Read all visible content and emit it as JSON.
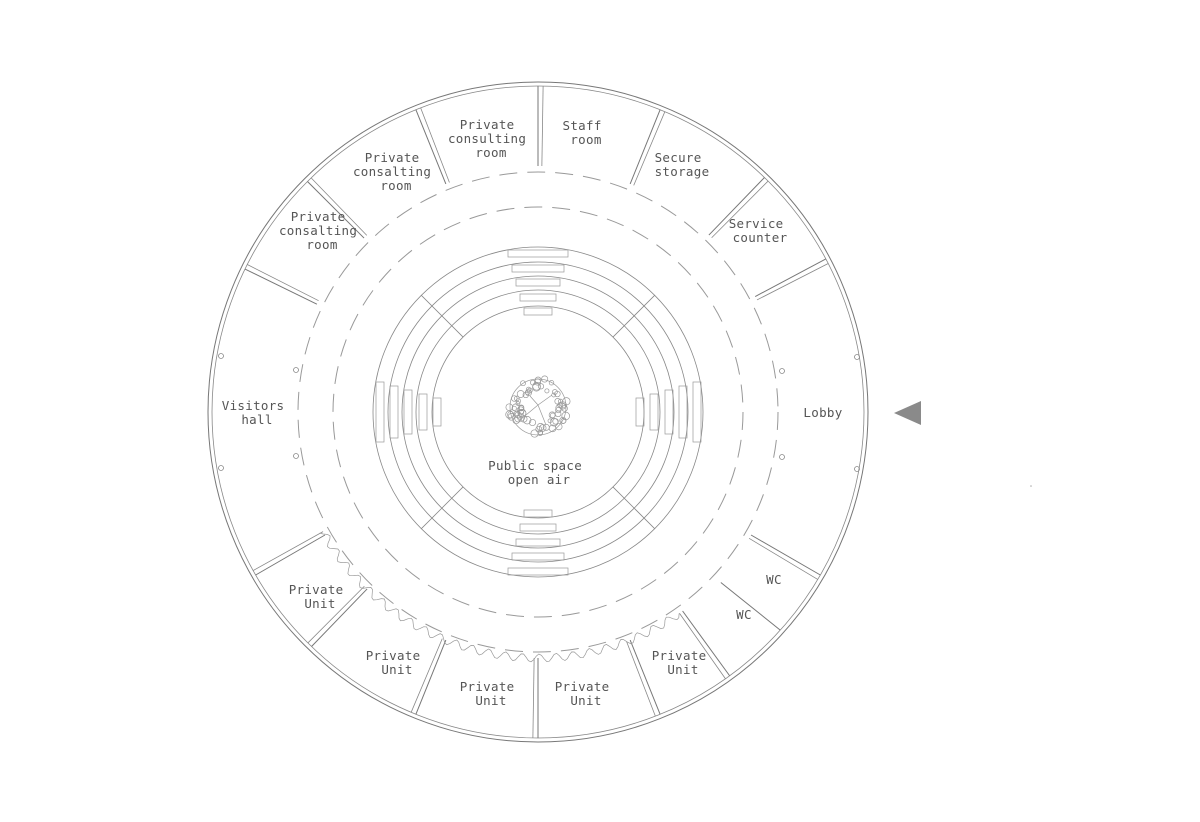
{
  "rooms": {
    "private_consulting": [
      "Private",
      "consulting",
      "room"
    ],
    "staff_room": [
      "Staff",
      "room"
    ],
    "secure_storage": [
      "Secure",
      "storage"
    ],
    "service_counter": [
      "Service",
      "counter"
    ],
    "private_consalting_1": [
      "Private",
      "consalting",
      "room"
    ],
    "private_consalting_2": [
      "Private",
      "consalting",
      "room"
    ],
    "visitors_hall": [
      "Visitors",
      "hall"
    ],
    "lobby": [
      "Lobby"
    ],
    "public_space": [
      "Public space",
      "open air"
    ],
    "wc_1": [
      "WC"
    ],
    "wc_2": [
      "WC"
    ],
    "private_unit_1": [
      "Private",
      "Unit"
    ],
    "private_unit_2": [
      "Private",
      "Unit"
    ],
    "private_unit_3": [
      "Private",
      "Unit"
    ],
    "private_unit_4": [
      "Private",
      "Unit"
    ],
    "private_unit_5": [
      "Private",
      "Unit"
    ]
  },
  "colors": {
    "line": "#777777",
    "text": "#555555",
    "entrance_arrow": "#8a8a8a"
  },
  "icons": {
    "entrance": "entrance-arrow-icon",
    "tree": "tree-icon"
  }
}
